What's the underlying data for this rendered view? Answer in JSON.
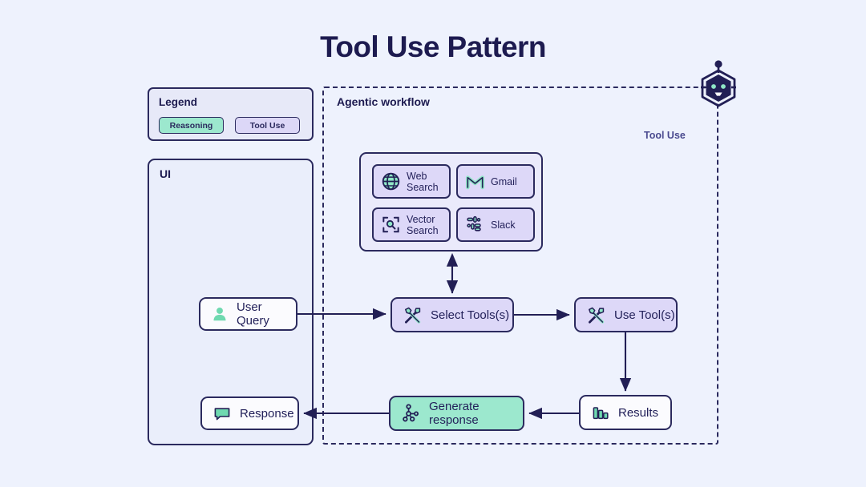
{
  "page": {
    "title": "Tool Use Pattern",
    "background": "#eef2fd",
    "ink": "#1d1b50"
  },
  "colors": {
    "reasoning_fill": "#9ce8ce",
    "tooluse_fill": "#dcd7f7",
    "node_stroke": "#2b2a5e",
    "panel_fill": "#eaeefb",
    "white_node": "#fbfbfe"
  },
  "legend": {
    "title": "Legend",
    "items": [
      {
        "label": "Reasoning",
        "color": "#9ce8ce"
      },
      {
        "label": "Tool Use",
        "color": "#dcd7f7"
      }
    ]
  },
  "ui_panel": {
    "title": "UI",
    "nodes": [
      {
        "label": "User Query",
        "icon": "user-icon",
        "style": "white"
      },
      {
        "label": "Response",
        "icon": "speech-bubble-icon",
        "style": "white"
      }
    ]
  },
  "agentic": {
    "title": "Agentic workflow",
    "badge_label": "Tool Use",
    "robot_icon": "robot-head-icon",
    "tools": [
      {
        "label": "Web Search",
        "label_lines": [
          "Web",
          "Search"
        ],
        "icon": "globe-icon"
      },
      {
        "label": "Gmail",
        "label_lines": [
          "Gmail"
        ],
        "icon": "gmail-icon"
      },
      {
        "label": "Vector Search",
        "label_lines": [
          "Vector",
          "Search"
        ],
        "icon": "vector-search-icon"
      },
      {
        "label": "Slack",
        "label_lines": [
          "Slack"
        ],
        "icon": "slack-icon"
      }
    ],
    "nodes": [
      {
        "label": "Select Tools(s)",
        "icon": "tools-icon",
        "style": "tool-use"
      },
      {
        "label": "Use Tool(s)",
        "icon": "tools-icon",
        "style": "tool-use"
      },
      {
        "label": "Results",
        "icon": "bar-chart-icon",
        "style": "white"
      },
      {
        "label": "Generate response",
        "icon": "network-icon",
        "style": "reasoning"
      }
    ]
  },
  "flow": {
    "edges": [
      {
        "from": "User Query",
        "to": "Select Tools(s)",
        "type": "arrow"
      },
      {
        "from": "Tools",
        "to": "Select Tools(s)",
        "type": "double-arrow"
      },
      {
        "from": "Select Tools(s)",
        "to": "Use Tool(s)",
        "type": "arrow"
      },
      {
        "from": "Use Tool(s)",
        "to": "Results",
        "type": "arrow"
      },
      {
        "from": "Results",
        "to": "Generate response",
        "type": "arrow"
      },
      {
        "from": "Generate response",
        "to": "Response",
        "type": "arrow"
      }
    ]
  }
}
